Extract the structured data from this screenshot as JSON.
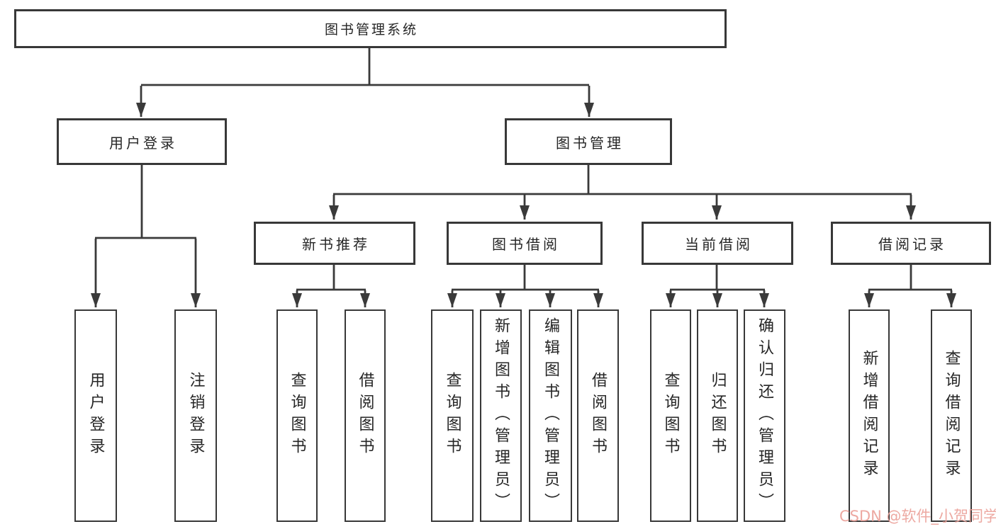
{
  "tree": {
    "root": {
      "label": "图书管理系统",
      "children": [
        {
          "label": "用户登录",
          "children": [
            {
              "label": "用户登录"
            },
            {
              "label": "注销登录"
            }
          ]
        },
        {
          "label": "图书管理",
          "children": [
            {
              "label": "新书推荐",
              "children": [
                {
                  "label": "查询图书"
                },
                {
                  "label": "借阅图书"
                }
              ]
            },
            {
              "label": "图书借阅",
              "children": [
                {
                  "label": "查询图书"
                },
                {
                  "label": "新增图书（管理员）"
                },
                {
                  "label": "编辑图书（管理员）"
                },
                {
                  "label": "借阅图书"
                }
              ]
            },
            {
              "label": "当前借阅",
              "children": [
                {
                  "label": "查询图书"
                },
                {
                  "label": "归还图书"
                },
                {
                  "label": "确认归还（管理员）"
                }
              ]
            },
            {
              "label": "借阅记录",
              "children": [
                {
                  "label": "新增借阅记录"
                },
                {
                  "label": "查询借阅记录"
                }
              ]
            }
          ]
        }
      ]
    }
  },
  "watermark": {
    "text": "CSDN @软件_小贺同学"
  },
  "colors": {
    "line": "#3a3a3a",
    "box_border": "#383838",
    "text": "#262626",
    "background": "#ffffff",
    "watermark": "#eba098"
  }
}
